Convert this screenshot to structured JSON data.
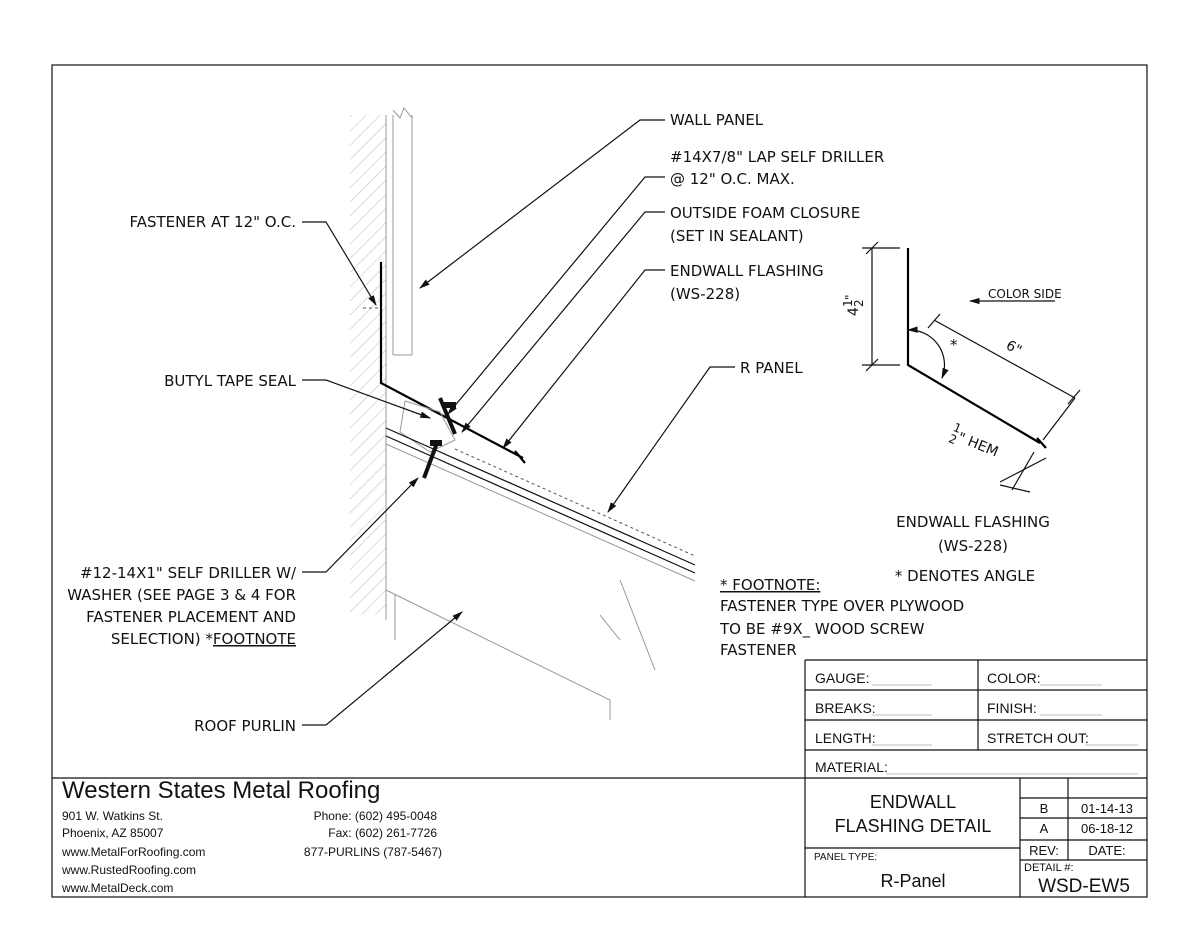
{
  "callouts": {
    "wall_panel": "WALL PANEL",
    "lap_driller_1": "#14X7/8\" LAP SELF DRILLER",
    "lap_driller_2": "@ 12\" O.C. MAX.",
    "foam_closure_1": "OUTSIDE FOAM CLOSURE",
    "foam_closure_2": "(SET IN SEALANT)",
    "endwall_flashing_1": "ENDWALL FLASHING",
    "endwall_flashing_2": "(WS-228)",
    "r_panel": "R PANEL",
    "fastener_12": "FASTENER AT 12\" O.C.",
    "butyl_tape": "BUTYL TAPE SEAL",
    "self_driller_1": "#12-14X1\" SELF DRILLER W/",
    "self_driller_2": "WASHER (SEE PAGE 3 & 4 FOR",
    "self_driller_3": "FASTENER PLACEMENT AND",
    "self_driller_4": "SELECTION) *",
    "self_driller_4u": "FOOTNOTE",
    "roof_purlin": "ROOF PURLIN"
  },
  "footnote": {
    "title": "* FOOTNOTE:",
    "line1": "FASTENER TYPE OVER PLYWOOD",
    "line2": "TO BE #9X_ WOOD SCREW",
    "line3": "FASTENER"
  },
  "profile": {
    "color_side": "COLOR SIDE",
    "dim_height_whole": "4",
    "dim_height_num": "1",
    "dim_height_den": "2",
    "dim_height_unit": "\"",
    "dim_length": "6\"",
    "asterisk": "*",
    "hem_num": "1",
    "hem_den": "2",
    "hem_label": "\" HEM",
    "title_1": "ENDWALL FLASHING",
    "title_2": "(WS-228)",
    "note": "* DENOTES ANGLE"
  },
  "specs": {
    "gauge": "GAUGE:",
    "color": "COLOR:",
    "breaks": "BREAKS:",
    "finish": "FINISH:",
    "length": "LENGTH:",
    "stretch_out": "STRETCH OUT:",
    "material": "MATERIAL:"
  },
  "company": {
    "name": "Western States Metal Roofing",
    "address_1": "901 W. Watkins St.",
    "address_2": "Phoenix, AZ 85007",
    "web_1": "www.MetalForRoofing.com",
    "web_2": "www.RustedRoofing.com",
    "web_3": "www.MetalDeck.com",
    "phone": "Phone: (602) 495-0048",
    "fax": "Fax: (602) 261-7726",
    "purlins": "877-PURLINS (787-5467)"
  },
  "title_block": {
    "title_1": "ENDWALL",
    "title_2": "FLASHING DETAIL",
    "panel_type_label": "PANEL TYPE:",
    "panel_type": "R-Panel",
    "revisions": [
      {
        "rev": "B",
        "date": "01-14-13"
      },
      {
        "rev": "A",
        "date": "06-18-12"
      }
    ],
    "rev_label": "REV:",
    "date_label": "DATE:",
    "detail_label": "DETAIL #:",
    "detail_number": "WSD-EW5"
  }
}
